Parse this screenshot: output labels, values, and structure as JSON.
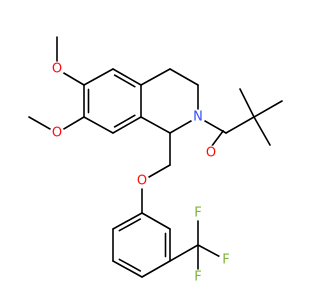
{
  "colors": {
    "bond": "#000000",
    "oxygen": "#ff0d0d",
    "nitrogen": "#3050f8",
    "fluorine": "#7fb23a",
    "background": "#ffffff"
  },
  "atoms": {
    "o_methoxy_top": "O",
    "o_methoxy_bottom": "O",
    "n_ring": "N",
    "o_carbonyl": "O",
    "o_ether": "O",
    "f_top": "F",
    "f_right": "F",
    "f_bottom": "F"
  }
}
